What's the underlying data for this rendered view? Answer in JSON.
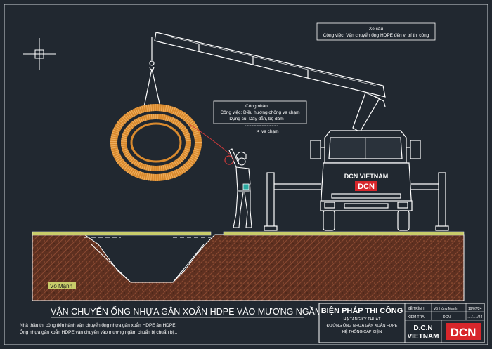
{
  "crane_callout": {
    "title": "Xe cẩu",
    "task": "Công việc: Vận chuyển ống HDPE đến vị trí thi công"
  },
  "worker_callout": {
    "title": "Công nhân",
    "task": "Công việc: Điều hướng chống va chạm",
    "tools": "Dụng cụ: Dây dẫn, bộ đàm",
    "overlap_line1": "...................................",
    "overlap_line2": "va chạm"
  },
  "truck": {
    "brand_text": "DCN VIETNAM",
    "logo_text": "DCN"
  },
  "author_tag": "Võ Mạnh",
  "main_title": "VẬN CHUYỂN ỐNG NHỰA GÂN XOẮN HDPE VÀO MƯƠNG NGẦM",
  "notes": [
    "Nhà thầu thi công tiến hành vận chuyển ống nhựa gân xoắn HDPE ăn HDPE",
    "Ống nhựa gân xoắn HDPE vận chuyển vào mương ngầm chuẩn bị chuẩn bị..."
  ],
  "title_block": {
    "heading": "BIỆN PHÁP THI CÔNG",
    "sub1": "HẠ TẦNG KỸ THUẬT",
    "sub2": "ĐƯỜNG ỐNG NHỰA GÂN XOẮN HDPE",
    "sub3": "HỆ THỐNG CÁP ĐIỆN",
    "row1_label": "ĐỀ TRÌNH",
    "row1_value": "Võ Hùng Mạnh",
    "row1_date": "19/07/24",
    "row2_label": "KIỂM TRA",
    "row2_value": "DCN",
    "row2_date": "...../...../24",
    "company_line1": "D.C.N",
    "company_line2": "VIETNAM",
    "logo_text": "DCN"
  },
  "colors": {
    "background": "#212830",
    "lines": "#ffffff",
    "pipe": "#d98a2e",
    "soil": "#6e3a26",
    "ground_strip": "#c8cc6a",
    "logo_red": "#d8262b",
    "guide_rope": "#d23a3a"
  }
}
